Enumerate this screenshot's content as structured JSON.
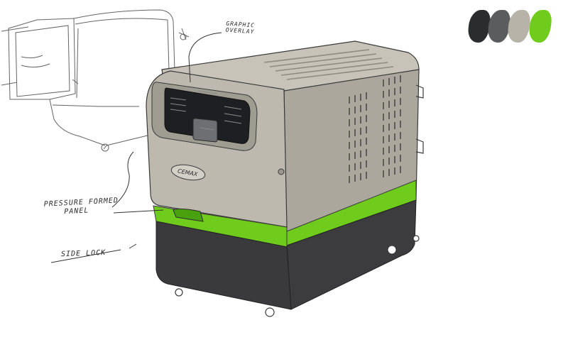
{
  "sketch": {
    "callouts": {
      "graphic_overlay": {
        "line1": "Graphic",
        "line2": "Overlay"
      },
      "pressure_panel": {
        "line1": "Pressure formed",
        "line2": "panel"
      },
      "side_lock": "Side lock"
    },
    "product_logo": "CEMAX",
    "palette": [
      "#2b2c2e",
      "#5b5c5e",
      "#b7b3a8",
      "#6fcc1c"
    ]
  },
  "colors": {
    "body_light": "#c4c0b5",
    "body_mid": "#a9a59a",
    "body_dark": "#8d8a80",
    "accent_green": "#6fcc1c",
    "base_dark": "#3c3c3e",
    "line": "#3a3a3a"
  }
}
